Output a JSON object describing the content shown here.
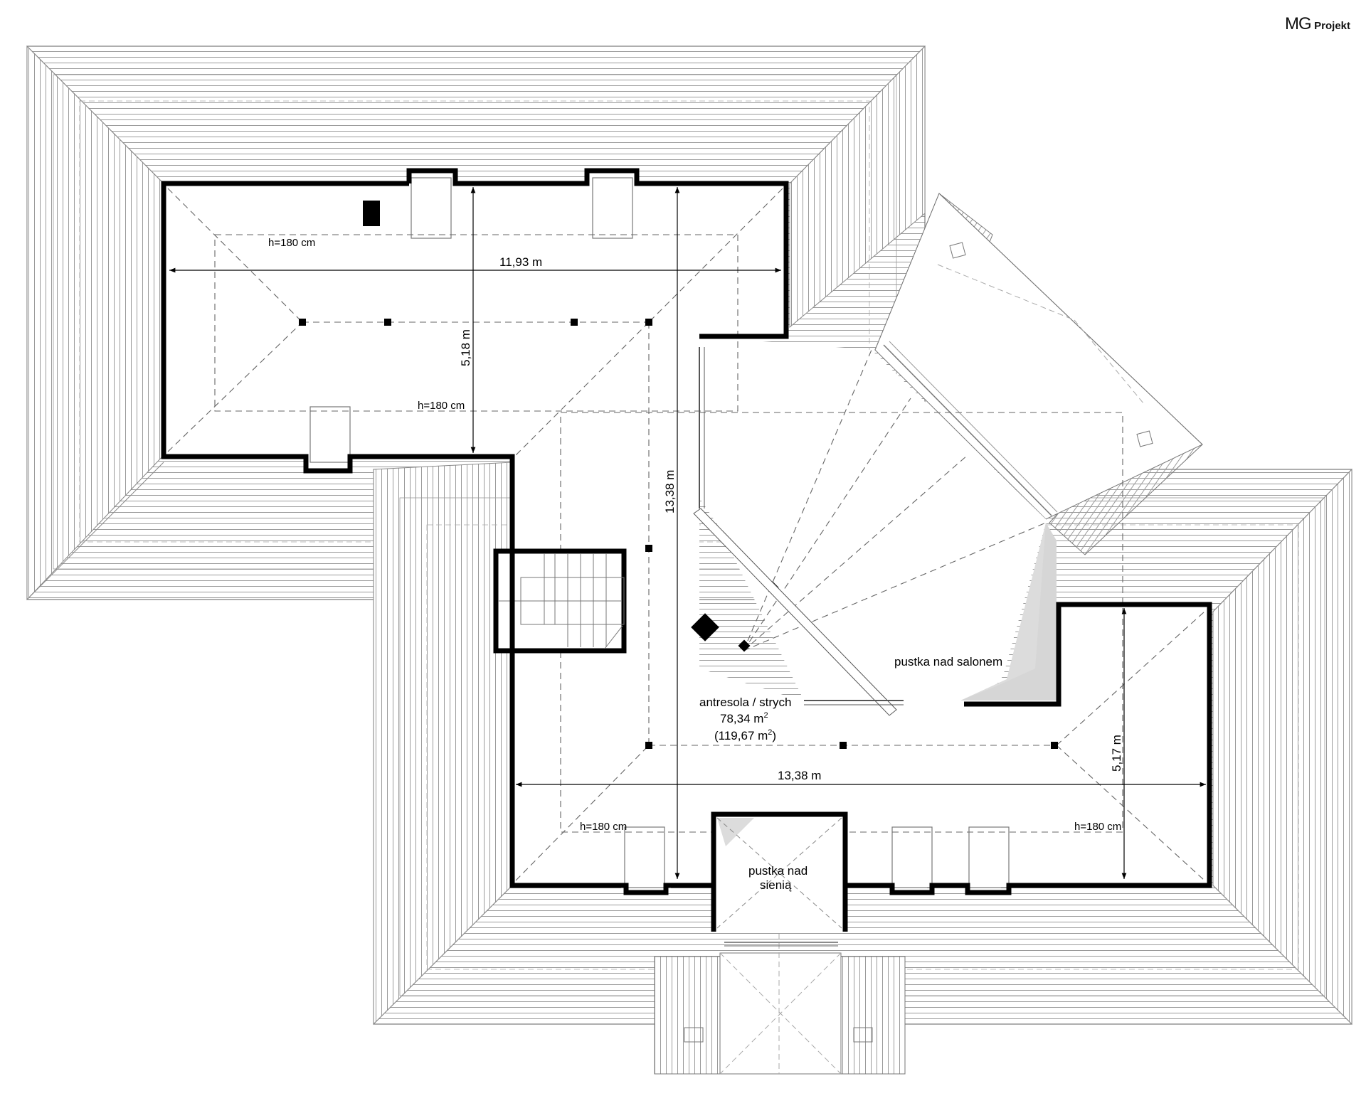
{
  "brand": {
    "mg": "MG",
    "projekt": "Projekt"
  },
  "labels": {
    "h_top": "h=180 cm",
    "h_mid": "h=180 cm",
    "h_bottom_left": "h=180 cm",
    "h_bottom_right": "h=180 cm",
    "dim_top_width": "11,93 m",
    "dim_top_depth": "5,18 m",
    "dim_center_depth": "13,38 m",
    "dim_bottom_width": "13,38 m",
    "dim_right_depth": "5,17 m",
    "room_name": "antresola / strych",
    "room_area_value": "78,34 m",
    "room_area_sup": "2",
    "room_area2_open": "(119,67 m",
    "room_area2_sup": "2",
    "room_area2_close": ")",
    "void_living": "pustka nad salonem",
    "void_hall_line1": "pustka nad",
    "void_hall_line2": "sienią"
  },
  "colors": {
    "wall": "#000000",
    "roof_line": "#9a9a9a",
    "dash": "#666666",
    "void_fill": "#dcdcdc"
  }
}
